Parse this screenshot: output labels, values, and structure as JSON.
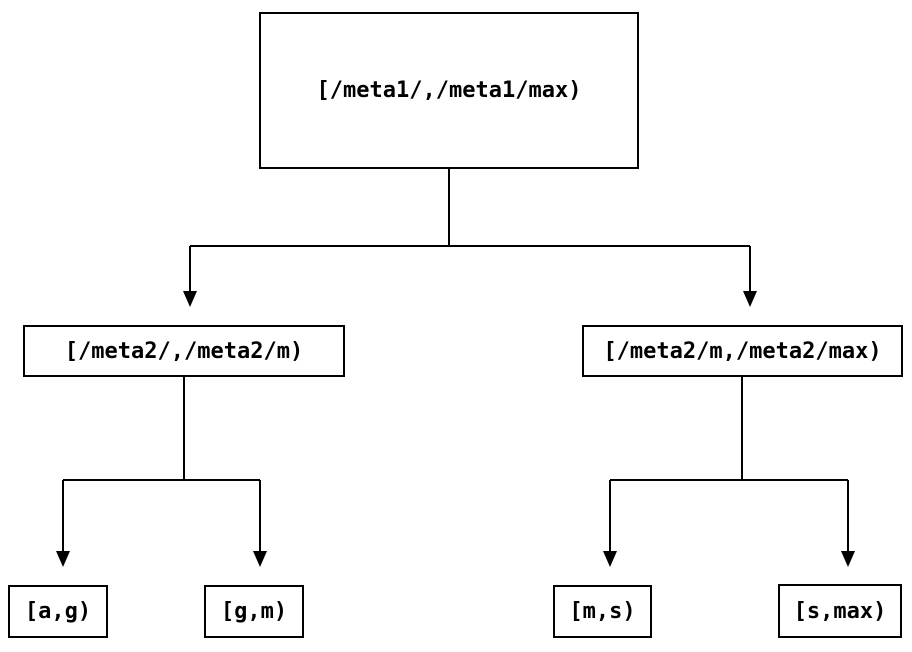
{
  "diagram": {
    "type": "tree",
    "background_color": "#ffffff",
    "line_color": "#000000",
    "node_border_color": "#000000",
    "node_fill_color": "#ffffff",
    "text_color": "#000000",
    "nodes": {
      "root": {
        "label": "[/meta1/,/meta1/max)",
        "level": 1,
        "parent": null
      },
      "meta2_low": {
        "label": "[/meta2/,/meta2/m)",
        "level": 2,
        "parent": "root"
      },
      "meta2_high": {
        "label": "[/meta2/m,/meta2/max)",
        "level": 2,
        "parent": "root"
      },
      "leaf_ag": {
        "label": "[a,g)",
        "level": 3,
        "parent": "meta2_low"
      },
      "leaf_gm": {
        "label": "[g,m)",
        "level": 3,
        "parent": "meta2_low"
      },
      "leaf_ms": {
        "label": "[m,s)",
        "level": 3,
        "parent": "meta2_high"
      },
      "leaf_smax": {
        "label": "[s,max)",
        "level": 3,
        "parent": "meta2_high"
      }
    }
  }
}
